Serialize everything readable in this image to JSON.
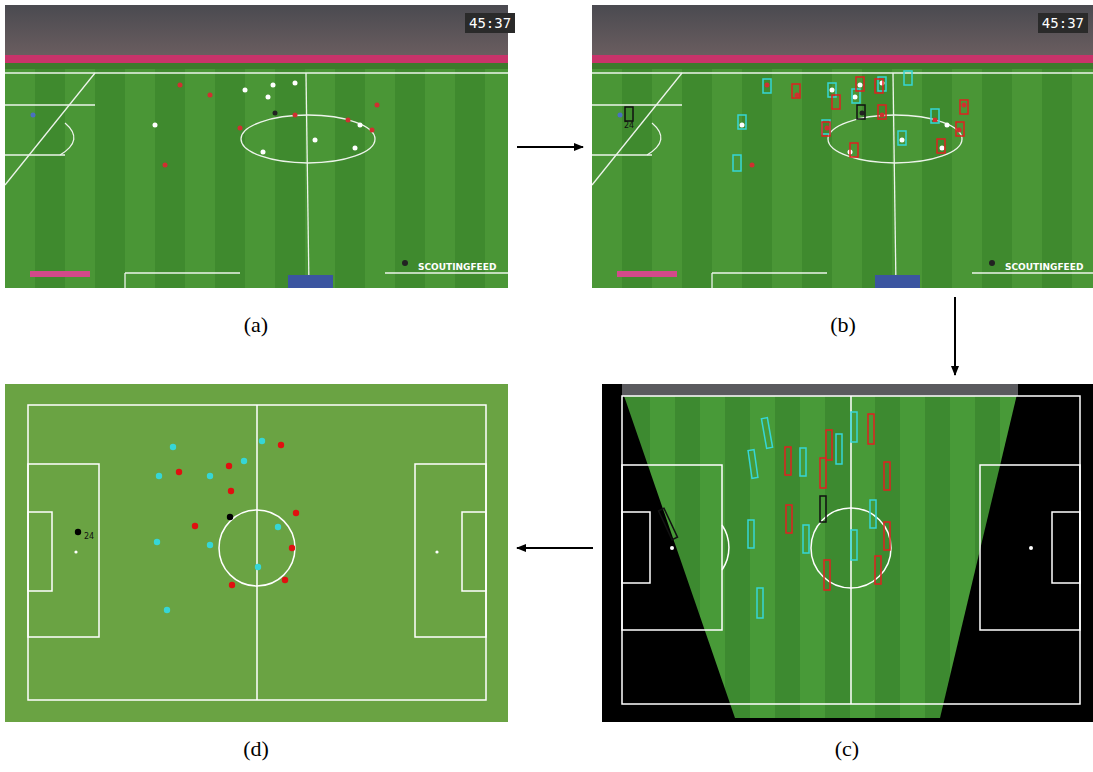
{
  "diagram": {
    "nodes": [
      {
        "text": [
          "(a)"
        ]
      },
      {
        "text": [
          "(b)"
        ]
      },
      {
        "text": [
          "(d)"
        ]
      },
      {
        "text": [
          "(c)"
        ]
      }
    ],
    "edges": [
      {
        "from": 0,
        "to": 1,
        "arrow": "to"
      },
      {
        "from": 1,
        "to": 3,
        "arrow": "to"
      },
      {
        "from": 3,
        "to": 2,
        "arrow": "to"
      }
    ],
    "labels": [
      "45:37",
      "SCOUTINGFEED",
      "45:37",
      "SCOUTINGFEED",
      "24",
      "24"
    ]
  }
}
